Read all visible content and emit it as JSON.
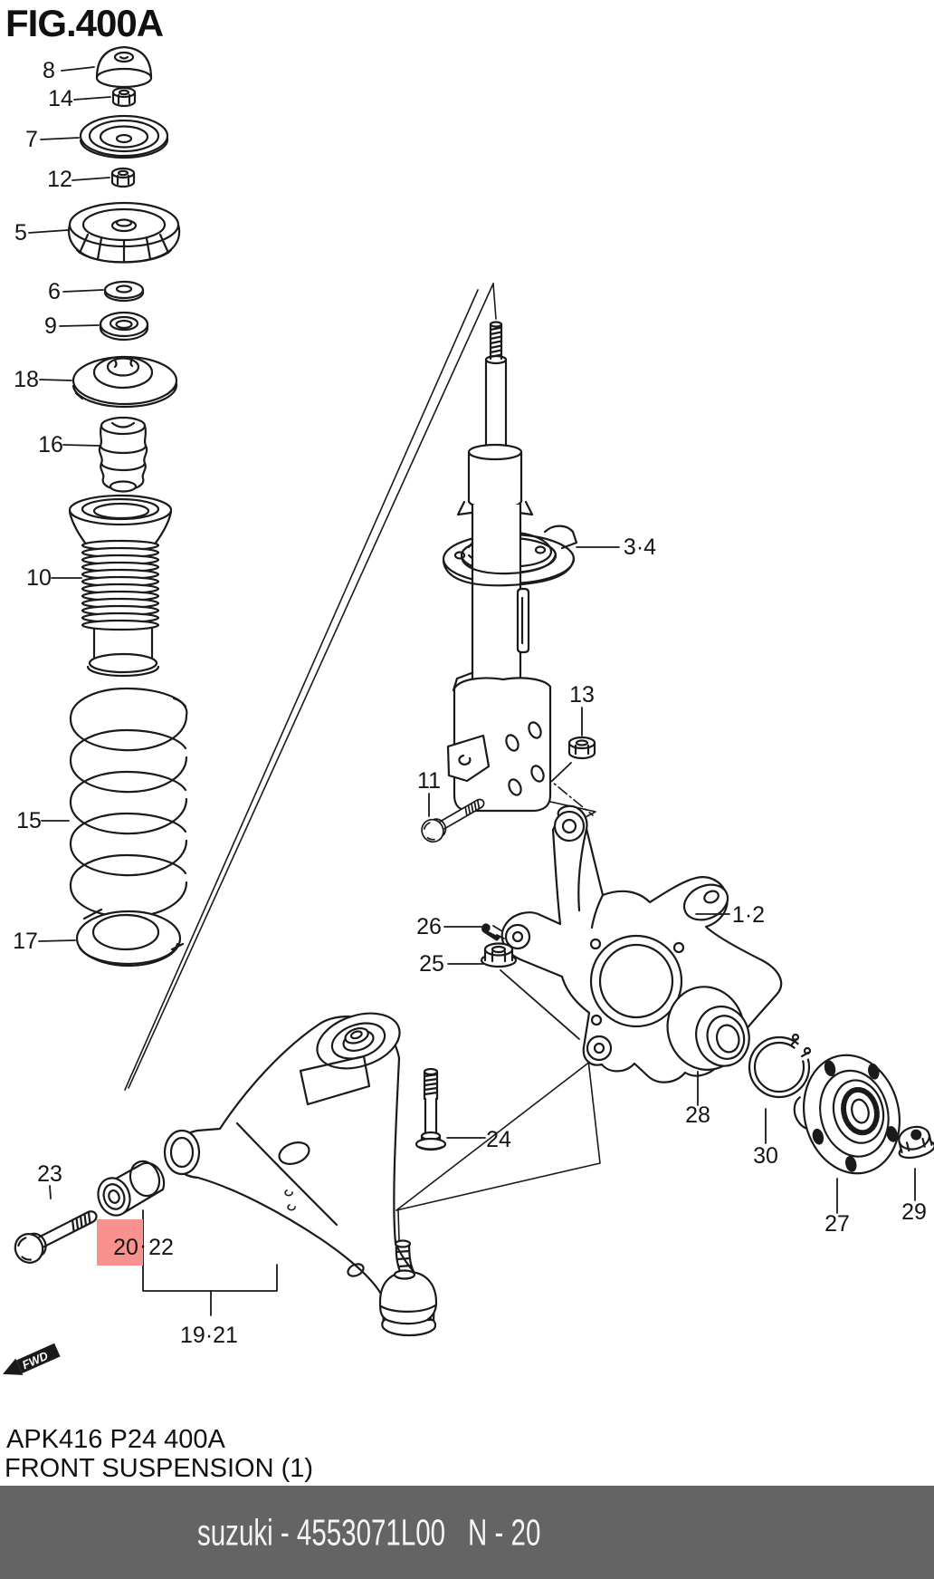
{
  "figure": {
    "title": "FIG.400A",
    "code": "APK416 P24 400A",
    "caption": "FRONT SUSPENSION (1)"
  },
  "fwd": {
    "label": "FWD"
  },
  "highlight": {
    "part": "20",
    "box_color": "#f9928e",
    "text_color": "#b23a35"
  },
  "separator": "·",
  "callouts": [
    {
      "label": "8"
    },
    {
      "label": "14"
    },
    {
      "label": "7"
    },
    {
      "label": "12"
    },
    {
      "label": "5"
    },
    {
      "label": "6"
    },
    {
      "label": "9"
    },
    {
      "label": "18"
    },
    {
      "label": "16"
    },
    {
      "label": "10"
    },
    {
      "label": "15"
    },
    {
      "label": "17"
    },
    {
      "label": "3·4"
    },
    {
      "label": "13"
    },
    {
      "label": "11"
    },
    {
      "label": "26"
    },
    {
      "label": "25"
    },
    {
      "label": "1·2"
    },
    {
      "label": "28"
    },
    {
      "label": "30"
    },
    {
      "label": "27"
    },
    {
      "label": "29"
    },
    {
      "label": "24"
    },
    {
      "label": "23"
    },
    {
      "label": "22"
    },
    {
      "label": "19·21"
    }
  ],
  "footer": {
    "brand_part": "suzuki - 4553071L00",
    "page": "N - 20",
    "bar_color": "#646464",
    "text_color": "#f5f5f5"
  }
}
